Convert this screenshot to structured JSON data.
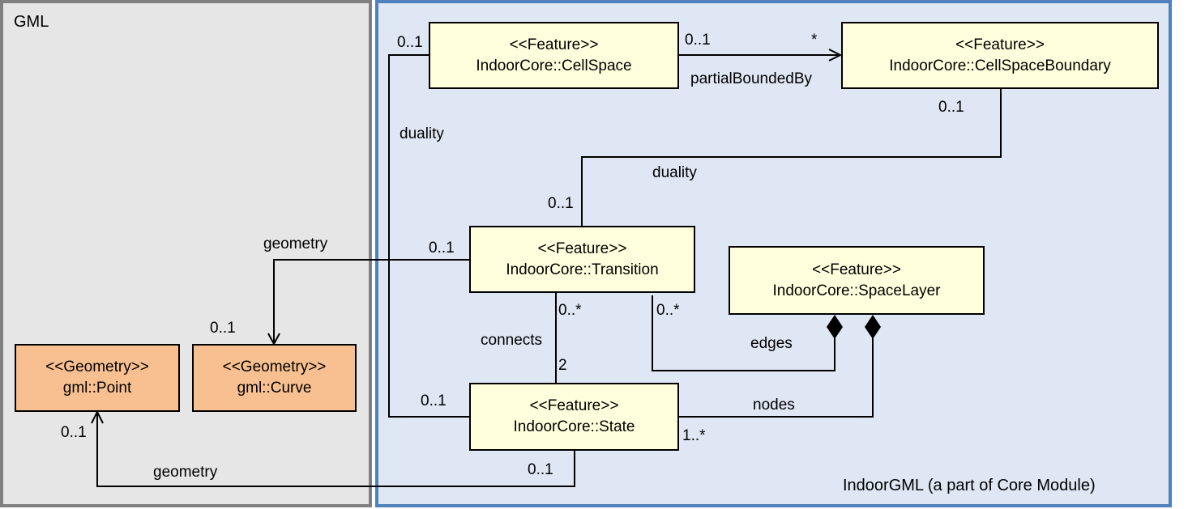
{
  "packages": {
    "gml": {
      "title": "GML",
      "fill": "#e6e6e6",
      "border": "#808080"
    },
    "indoor": {
      "title": "IndoorGML (a part of Core Module)",
      "fill": "#dfe6f4",
      "border": "#4f81bd"
    }
  },
  "colors": {
    "feature_fill": "#ffffdd",
    "geometry_fill": "#f8c090",
    "line": "#000000"
  },
  "classes": {
    "cellspace": {
      "stereotype": "<<Feature>>",
      "name": "IndoorCore::CellSpace"
    },
    "cellspaceboundary": {
      "stereotype": "<<Feature>>",
      "name": "IndoorCore::CellSpaceBoundary"
    },
    "transition": {
      "stereotype": "<<Feature>>",
      "name": "IndoorCore::Transition"
    },
    "spacelayer": {
      "stereotype": "<<Feature>>",
      "name": "IndoorCore::SpaceLayer"
    },
    "state": {
      "stereotype": "<<Feature>>",
      "name": "IndoorCore::State"
    },
    "point": {
      "stereotype": "<<Geometry>>",
      "name": "gml::Point"
    },
    "curve": {
      "stereotype": "<<Geometry>>",
      "name": "gml::Curve"
    }
  },
  "associations": {
    "partialBoundedBy": {
      "name": "partialBoundedBy",
      "source_mult": "0..1",
      "target_mult": "*"
    },
    "duality_cs_state": {
      "name": "duality",
      "source_mult": "0..1",
      "target_mult": "0..1"
    },
    "duality_csb_transition": {
      "name": "duality",
      "source_mult": "0..1",
      "target_mult": "0..1"
    },
    "geometry_transition": {
      "name": "geometry",
      "source_mult": "0..1",
      "target_mult": "0..1"
    },
    "geometry_state": {
      "name": "geometry",
      "source_mult": "0..1",
      "target_mult": "0..1"
    },
    "connects": {
      "name": "connects",
      "source_mult": "0..*",
      "target_mult": "2"
    },
    "edges": {
      "name": "edges",
      "source_mult": "0..*"
    },
    "nodes": {
      "name": "nodes",
      "source_mult": "1..*"
    }
  }
}
